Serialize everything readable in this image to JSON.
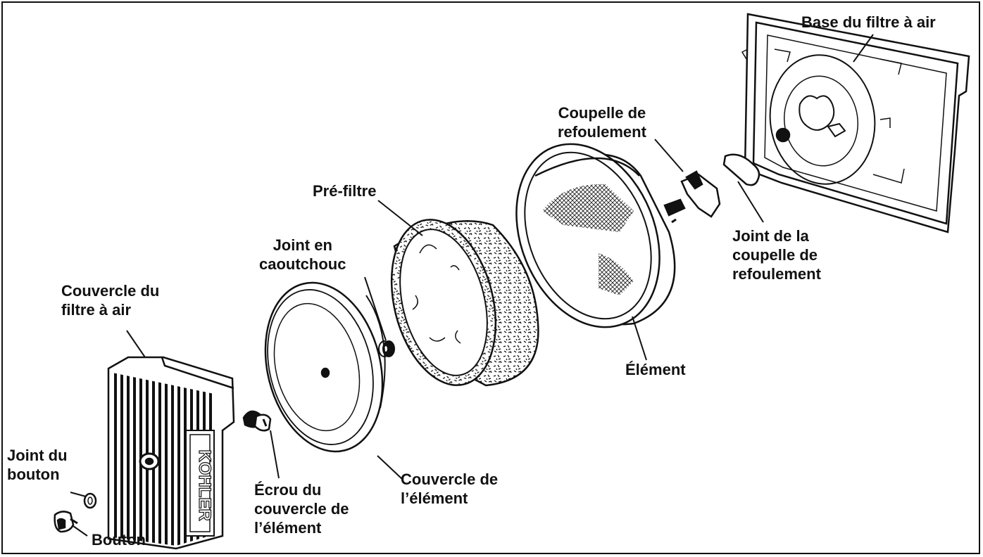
{
  "labels": {
    "base": [
      "Base du filtre à air"
    ],
    "coupelle": [
      "Coupelle de",
      "refoulement"
    ],
    "prefiltre": [
      "Pré-filtre"
    ],
    "joint_caout": [
      "Joint en",
      "caoutchouc"
    ],
    "couvercle": [
      "Couvercle du",
      "filtre à air"
    ],
    "joint_coup": [
      "Joint de la",
      "coupelle de",
      "refoulement"
    ],
    "element": [
      "Élément"
    ],
    "joint_bouton": [
      "Joint du",
      "bouton"
    ],
    "bouton": [
      "Bouton"
    ],
    "ecrou": [
      "Écrou du",
      "couvercle de",
      "l’élément"
    ],
    "couv_elem": [
      "Couvercle de",
      "l’élément"
    ]
  },
  "cover_logo": "KOHLER",
  "colors": {
    "ink": "#111111",
    "background": "#ffffff"
  }
}
